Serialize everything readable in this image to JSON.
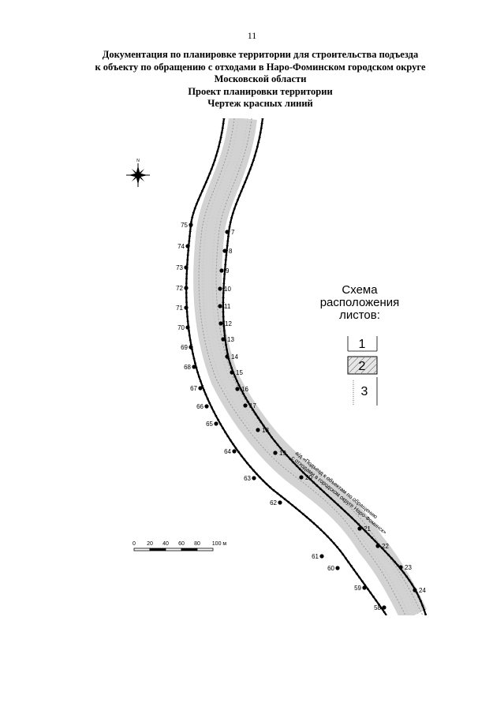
{
  "page_number": "11",
  "title_lines": [
    "Документация по планировке территории для строительства подъезда",
    "к объекту по обращению с отходами в Наро-Фоминском городском округе",
    "Московской области",
    "Проект планировки территории",
    "Чертеж красных линий"
  ],
  "scheme": {
    "title_lines": [
      "Схема",
      "расположения",
      "листов:"
    ],
    "sheets": [
      "1",
      "2",
      "3"
    ],
    "current_sheet": "2"
  },
  "road_label": [
    "а/д «Подъезд к объектам по обращению",
    "с отходами в городском округе Наро-Фоминск»"
  ],
  "scale_bar": {
    "ticks": [
      "0",
      "20",
      "40",
      "60",
      "80",
      "100 м"
    ]
  },
  "left_points": [
    "75",
    "74",
    "73",
    "72",
    "71",
    "70",
    "69",
    "68",
    "67",
    "66",
    "65",
    "64",
    "63",
    "62",
    "61",
    "60",
    "59",
    "58"
  ],
  "right_points": [
    "7",
    "8",
    "9",
    "10",
    "11",
    "12",
    "13",
    "14",
    "15",
    "16",
    "17",
    "18",
    "19",
    "20",
    "21",
    "22",
    "23",
    "24"
  ],
  "colors": {
    "line": "#000000",
    "road_hatch": "#9a9a9a"
  }
}
